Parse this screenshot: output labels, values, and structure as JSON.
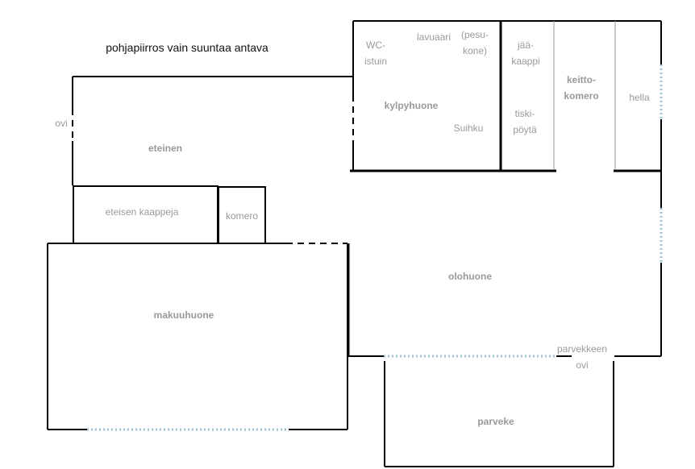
{
  "note": "pohjapiirros vain suuntaa antava",
  "rooms": {
    "wc": [
      "WC-",
      "istuin"
    ],
    "lavuaari": "lavuaari",
    "pesukone": [
      "(pesu-",
      "kone)"
    ],
    "jaakaappi": [
      "jää-",
      "kaappi"
    ],
    "keittokomero": [
      "keitto-",
      "komero"
    ],
    "hella": "hella",
    "kylpyhuone": "kylpyhuone",
    "suihku": "Suihku",
    "tiskipoyta": [
      "tiski-",
      "pöytä"
    ],
    "ovi": "ovi",
    "eteinen": "eteinen",
    "eteisen_kaappeja": "eteisen kaappeja",
    "komero": "komero",
    "olohuone": "olohuone",
    "makuuhuone": "makuuhuone",
    "parvekkeen_ovi": [
      "parvekkeen",
      "ovi"
    ],
    "parveke": "parveke"
  }
}
